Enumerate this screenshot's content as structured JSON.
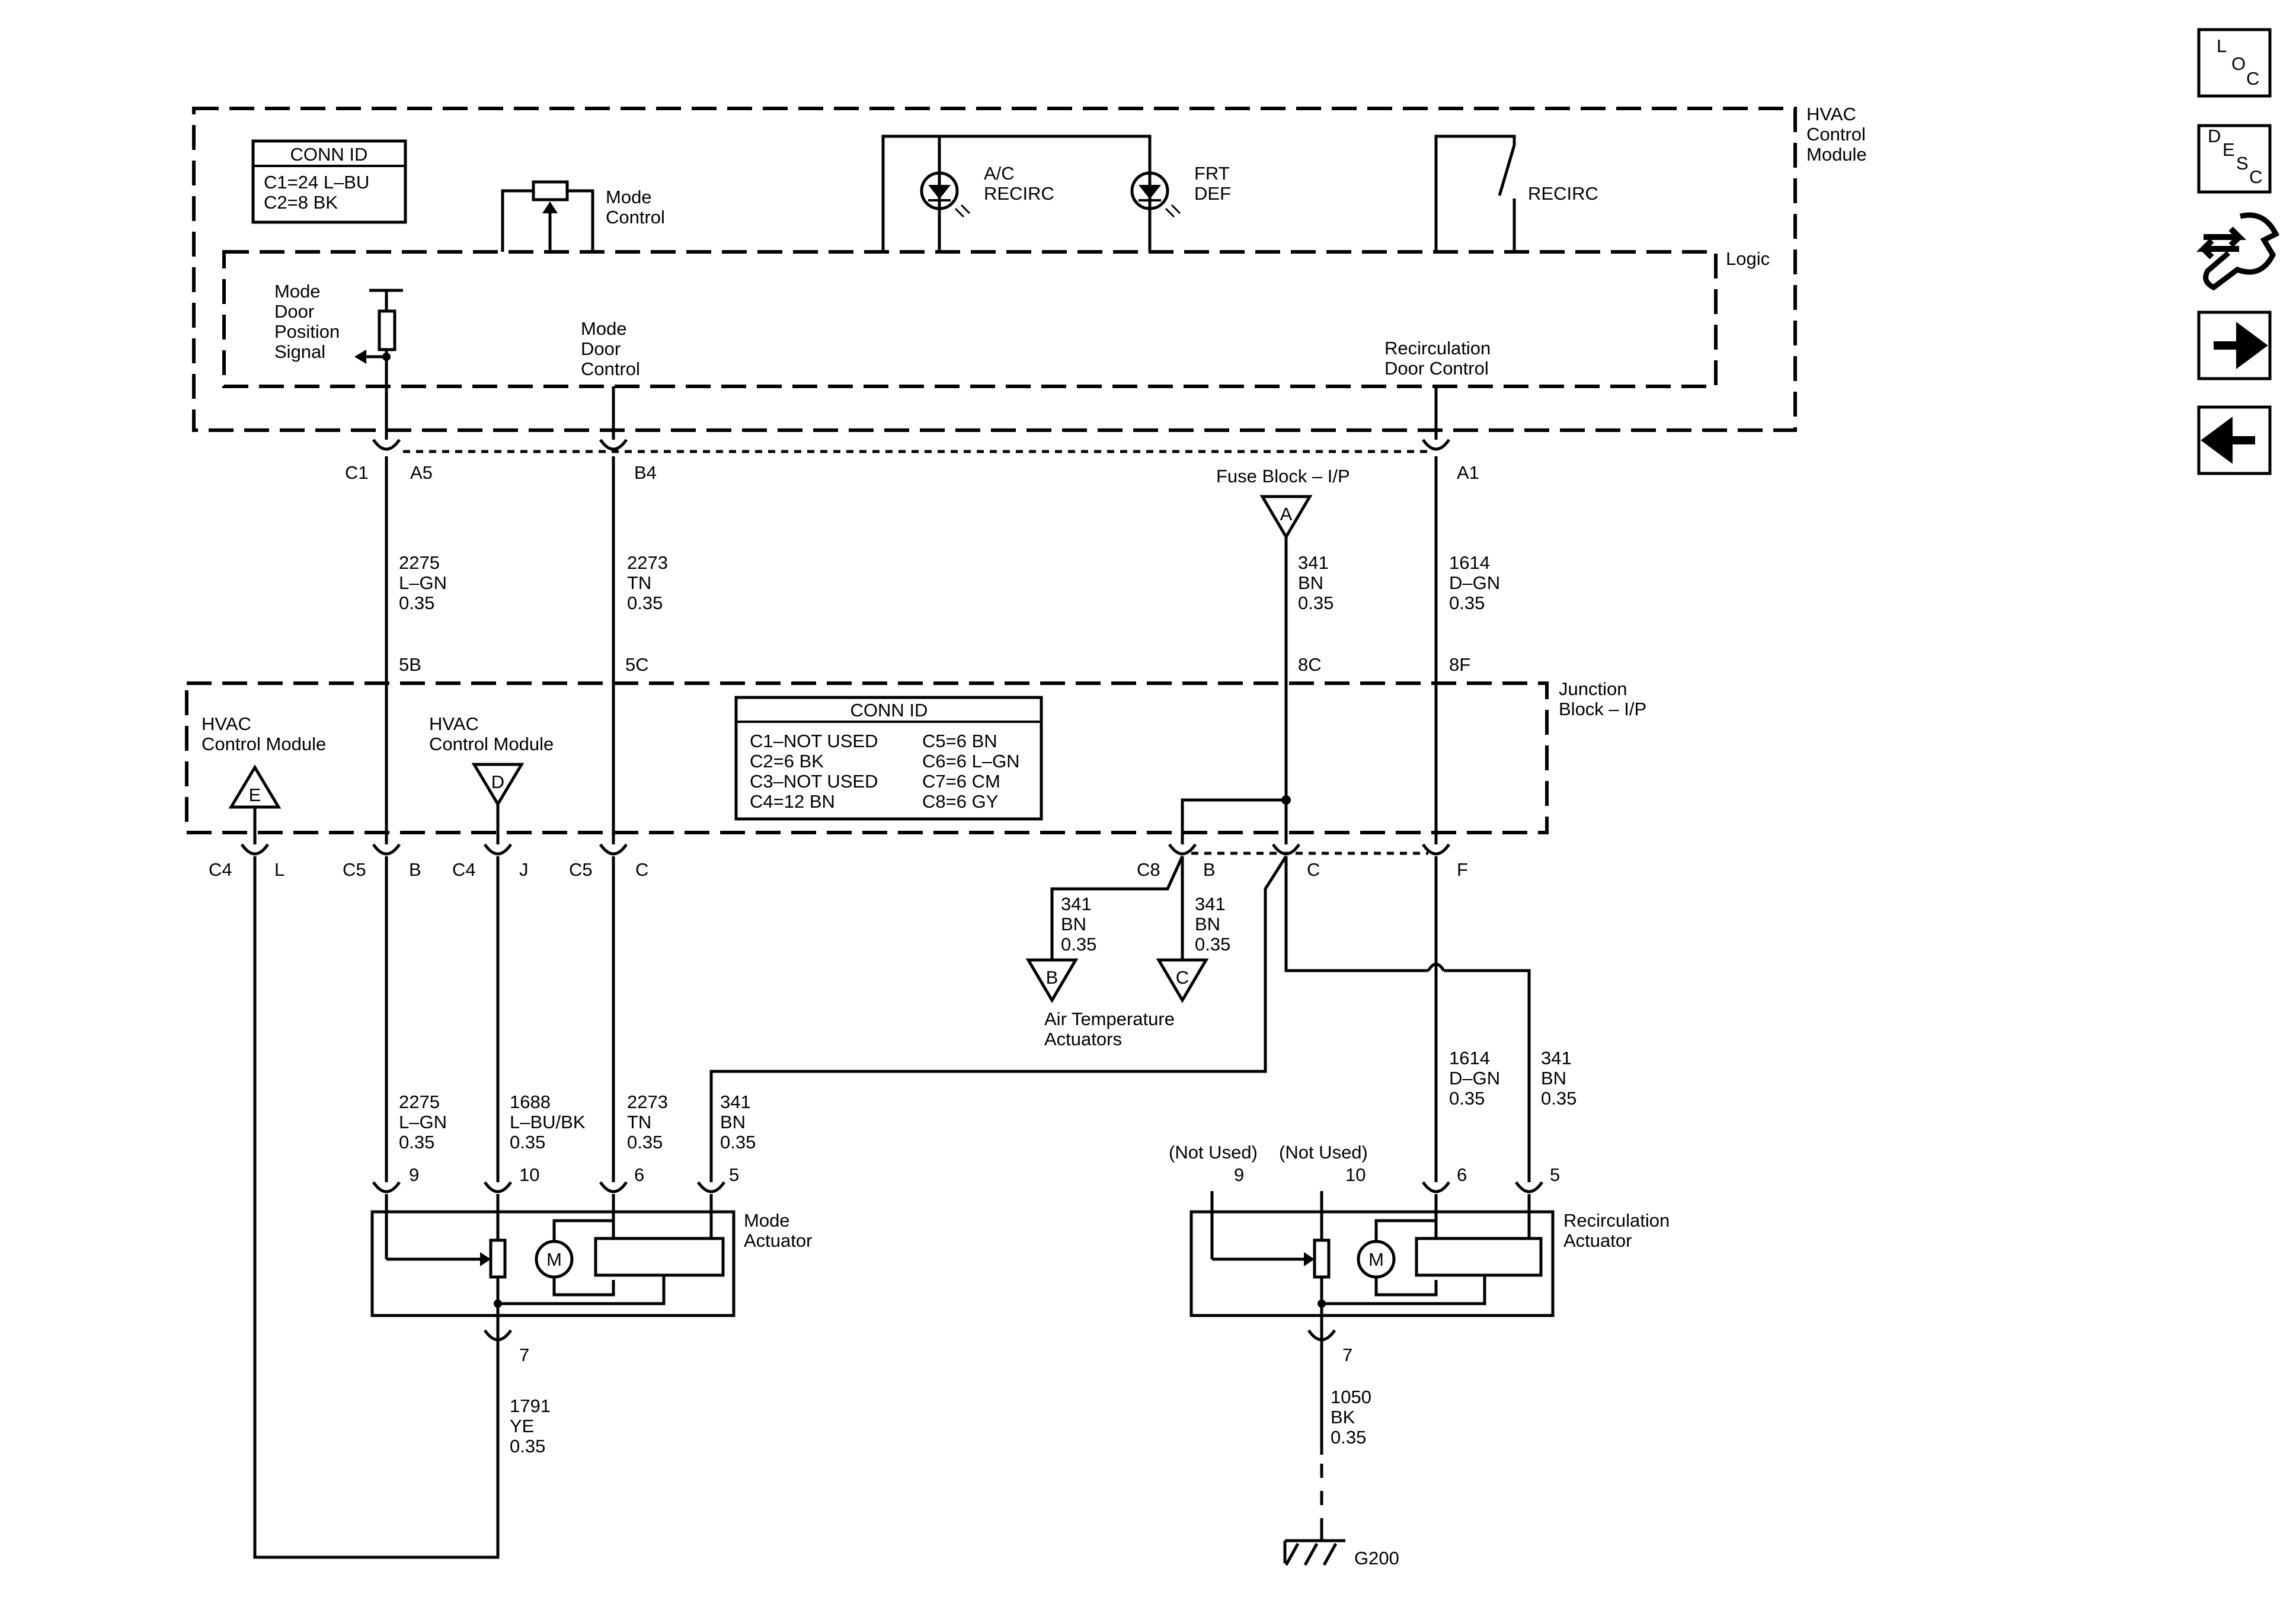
{
  "hvac_module": {
    "title": [
      "HVAC",
      "Control",
      "Module"
    ],
    "conn_id": {
      "header": "CONN ID",
      "lines": [
        "C1=24 L–BU",
        "C2=8 BK"
      ]
    },
    "mode_control": [
      "Mode",
      "Control"
    ],
    "ac_recirc": [
      "A/C",
      "RECIRC"
    ],
    "frt_def": [
      "FRT",
      "DEF"
    ],
    "recirc": "RECIRC",
    "logic": "Logic",
    "mode_door_position_signal": [
      "Mode",
      "Door",
      "Position",
      "Signal"
    ],
    "mode_door_control": [
      "Mode",
      "Door",
      "Control"
    ],
    "recirc_door_control": [
      "Recirculation",
      "Door Control"
    ]
  },
  "top_pins": {
    "c1": "C1",
    "a5": "A5",
    "b4": "B4",
    "a1": "A1"
  },
  "fuse_block": {
    "label": "Fuse Block – I/P",
    "ref": "A"
  },
  "wires_upper": {
    "w2275": [
      "2275",
      "L–GN",
      "0.35"
    ],
    "w2273": [
      "2273",
      "TN",
      "0.35"
    ],
    "w341": [
      "341",
      "BN",
      "0.35"
    ],
    "w1614": [
      "1614",
      "D–GN",
      "0.35"
    ]
  },
  "junction_pins_top": {
    "p5b": "5B",
    "p5c": "5C",
    "p8c": "8C",
    "p8f": "8F"
  },
  "junction_block": {
    "title": [
      "Junction",
      "Block – I/P"
    ],
    "conn_id": {
      "header": "CONN ID",
      "left": [
        "C1–NOT USED",
        "C2=6 BK",
        "C3–NOT USED",
        "C4=12 BN"
      ],
      "right": [
        "C5=6 BN",
        "C6=6 L–GN",
        "C7=6 CM",
        "C8=6 GY"
      ]
    },
    "hvac_e": {
      "label": [
        "HVAC",
        "Control Module"
      ],
      "ref": "E"
    },
    "hvac_d": {
      "label": [
        "HVAC",
        "Control Module"
      ],
      "ref": "D"
    }
  },
  "junction_pins_bottom": {
    "c4a": "C4",
    "l": "L",
    "c5a": "C5",
    "b1": "B",
    "c4b": "C4",
    "j": "J",
    "c5b": "C5",
    "c1": "C",
    "c8": "C8",
    "b2": "B",
    "c2": "C",
    "f": "F"
  },
  "air_temp": {
    "wire_b": [
      "341",
      "BN",
      "0.35"
    ],
    "wire_c": [
      "341",
      "BN",
      "0.35"
    ],
    "ref_b": "B",
    "ref_c": "C",
    "label": [
      "Air Temperature",
      "Actuators"
    ]
  },
  "wires_lower": {
    "w2275": [
      "2275",
      "L–GN",
      "0.35"
    ],
    "w1688": [
      "1688",
      "L–BU/BK",
      "0.35"
    ],
    "w2273": [
      "2273",
      "TN",
      "0.35"
    ],
    "w341a": [
      "341",
      "BN",
      "0.35"
    ],
    "w1614": [
      "1614",
      "D–GN",
      "0.35"
    ],
    "w341b": [
      "341",
      "BN",
      "0.35"
    ]
  },
  "mode_actuator": {
    "label": [
      "Mode",
      "Actuator"
    ],
    "pins": [
      "9",
      "10",
      "6",
      "5"
    ],
    "pin_bottom": "7",
    "motor": "M"
  },
  "recirc_actuator": {
    "label": [
      "Recirculation",
      "Actuator"
    ],
    "pins": [
      "9",
      "10",
      "6",
      "5"
    ],
    "not_used": [
      "(Not Used)",
      "(Not Used)"
    ],
    "pin_bottom": "7",
    "motor": "M"
  },
  "ground_wires": {
    "w1791": [
      "1791",
      "YE",
      "0.35"
    ],
    "w1050": [
      "1050",
      "BK",
      "0.35"
    ]
  },
  "ground": "G200",
  "side_icons": [
    "loc-icon",
    "desc-icon",
    "wrench-icon",
    "arrow-right-icon",
    "arrow-left-icon"
  ],
  "side_text": {
    "loc": [
      "L",
      "O",
      "C"
    ],
    "desc": [
      "D",
      "E",
      "S",
      "C"
    ]
  }
}
